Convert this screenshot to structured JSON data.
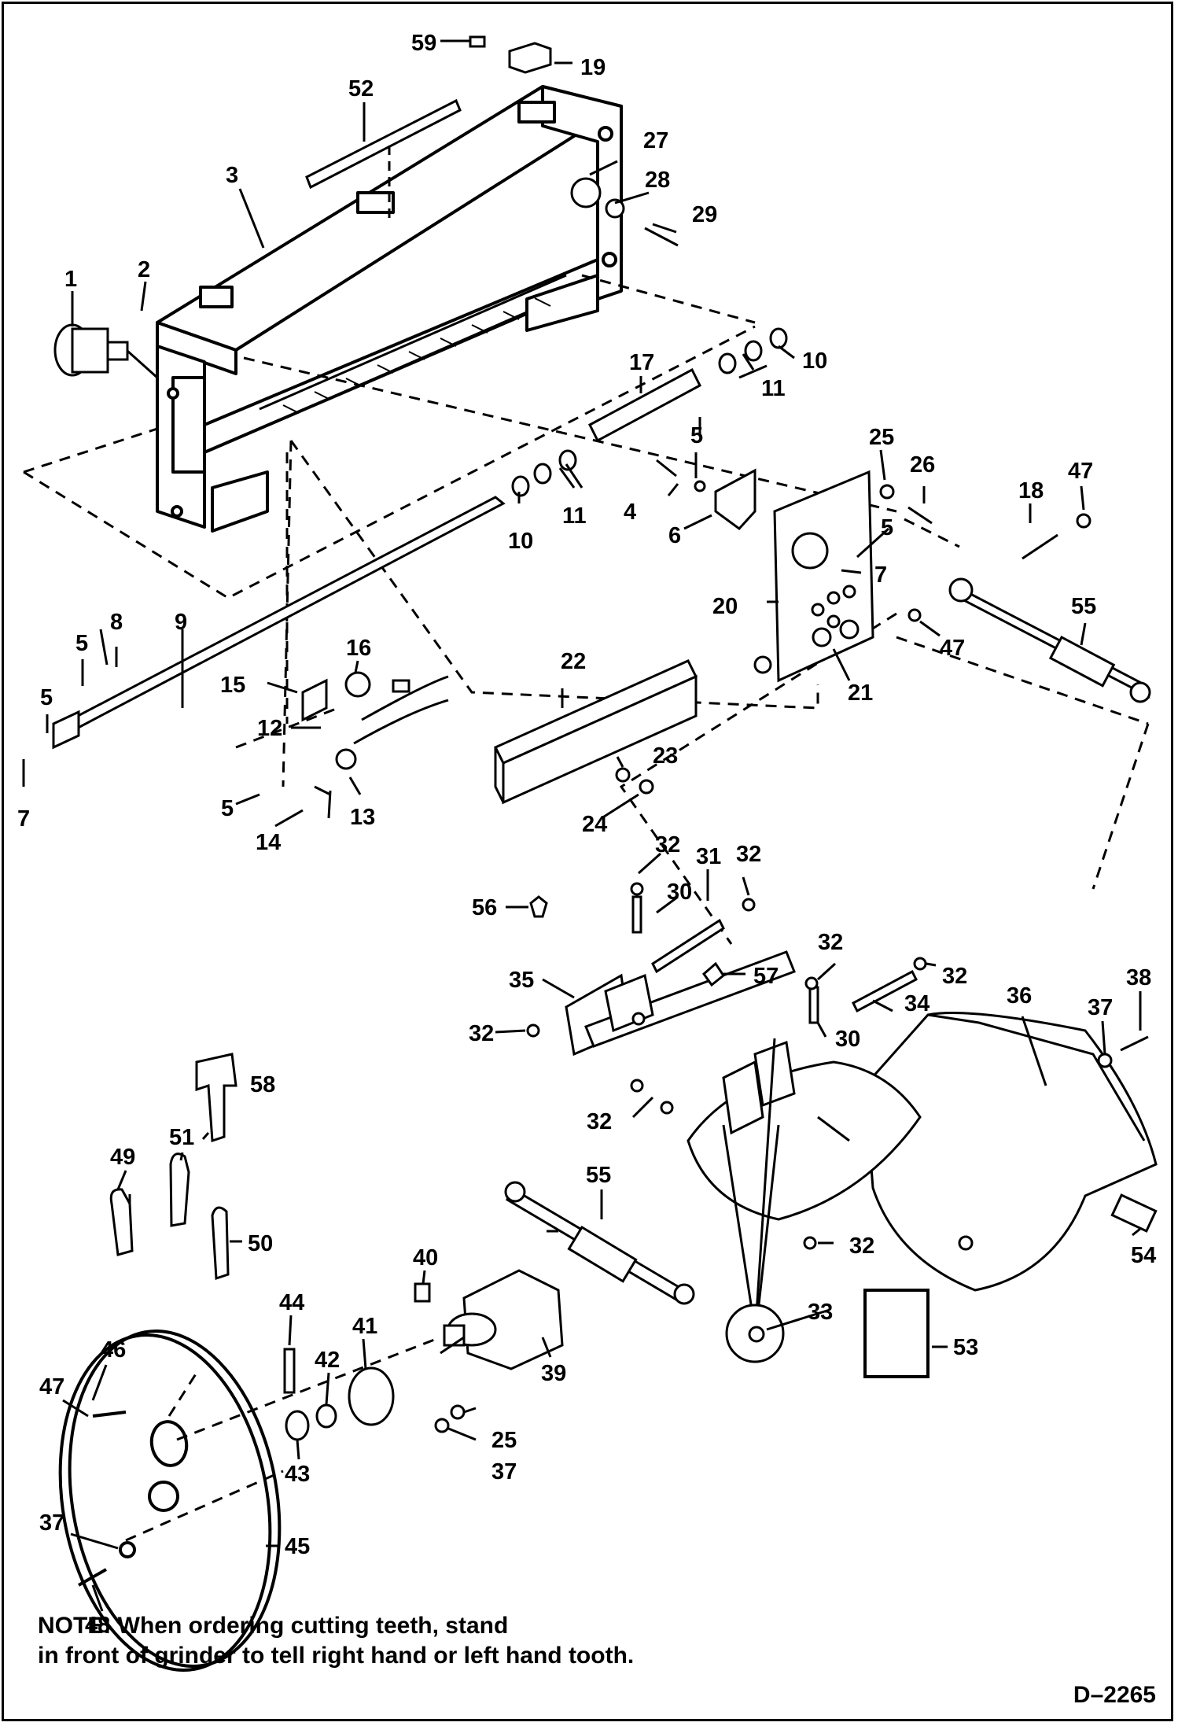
{
  "figure": {
    "part_callouts": [
      "1",
      "2",
      "3",
      "4",
      "5",
      "5",
      "5",
      "5",
      "5",
      "6",
      "7",
      "7",
      "8",
      "9",
      "10",
      "10",
      "11",
      "11",
      "12",
      "13",
      "14",
      "15",
      "16",
      "17",
      "18",
      "19",
      "20",
      "21",
      "22",
      "23",
      "24",
      "25",
      "25",
      "26",
      "27",
      "28",
      "29",
      "30",
      "30",
      "31",
      "32",
      "32",
      "32",
      "32",
      "32",
      "32",
      "32",
      "33",
      "34",
      "35",
      "36",
      "37",
      "37",
      "37",
      "38",
      "39",
      "40",
      "41",
      "42",
      "43",
      "44",
      "45",
      "46",
      "47",
      "47",
      "47",
      "48",
      "49",
      "50",
      "51",
      "52",
      "53",
      "54",
      "55",
      "55",
      "56",
      "57",
      "58",
      "59"
    ],
    "note_line1": "NOTE:  When ordering cutting teeth, stand",
    "note_line2": "in front of grinder to tell right hand or left hand tooth.",
    "document_id": "D–2265"
  },
  "colors": {
    "ink": "#000000",
    "paper": "#ffffff"
  }
}
